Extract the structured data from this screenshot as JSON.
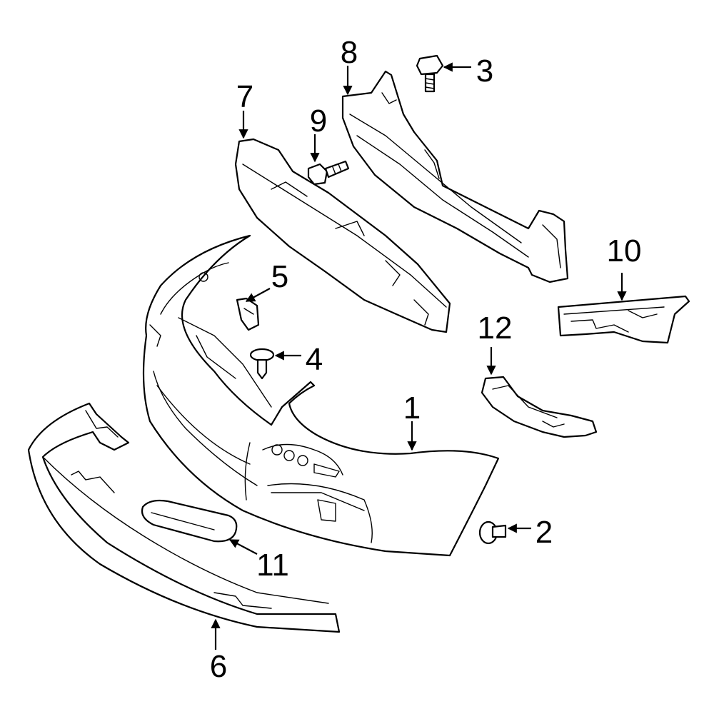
{
  "diagram": {
    "callouts": [
      {
        "id": "1",
        "label": "1"
      },
      {
        "id": "2",
        "label": "2"
      },
      {
        "id": "3",
        "label": "3"
      },
      {
        "id": "4",
        "label": "4"
      },
      {
        "id": "5",
        "label": "5"
      },
      {
        "id": "6",
        "label": "6"
      },
      {
        "id": "7",
        "label": "7"
      },
      {
        "id": "8",
        "label": "8"
      },
      {
        "id": "9",
        "label": "9"
      },
      {
        "id": "10",
        "label": "10"
      },
      {
        "id": "11",
        "label": "11"
      },
      {
        "id": "12",
        "label": "12"
      }
    ],
    "colors": {
      "line": "#000000",
      "fill": "#ffffff"
    }
  }
}
